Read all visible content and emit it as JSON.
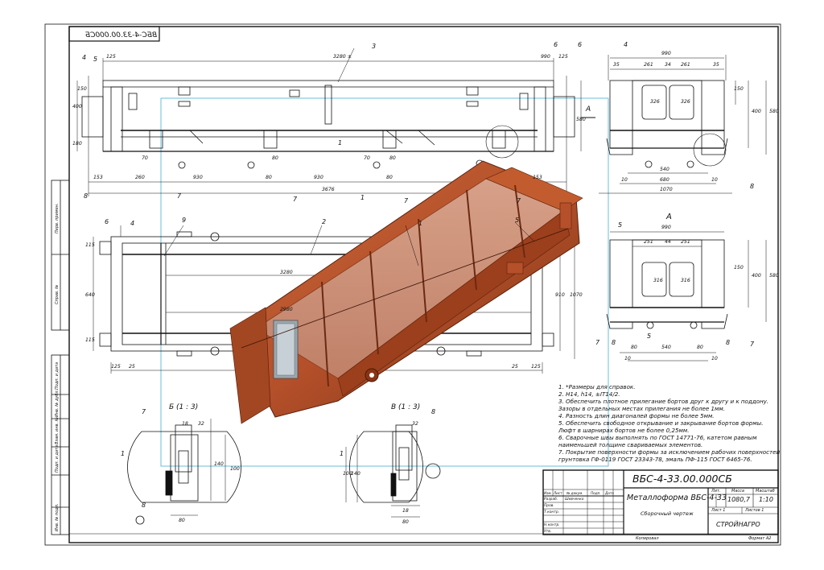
{
  "drawing": {
    "corner_stamp": "ВБС-4-33.00.000СБ",
    "views": {
      "view_a_label": "А",
      "section_b_title": "Б  (1 : 3)",
      "section_v_title": "В  (1 : 3)"
    },
    "dimensions": {
      "front": [
        "125",
        "3280 ±",
        "990",
        "125",
        "153",
        "260",
        "930",
        "80",
        "930",
        "80",
        "153",
        "3676",
        "400",
        "150",
        "180",
        "580",
        "70",
        "70",
        "80",
        "80"
      ],
      "plan": [
        "125",
        "25",
        "3280",
        "2980",
        "25",
        "125",
        "115",
        "640",
        "115",
        "910",
        "1070"
      ],
      "side_top": [
        "990",
        "35",
        "261",
        "34",
        "261",
        "35",
        "150",
        "400",
        "580",
        "326",
        "326",
        "540",
        "680",
        "1070",
        "10",
        "10"
      ],
      "side_bottom": [
        "990",
        "251",
        "44",
        "251",
        "150",
        "400",
        "580",
        "316",
        "316",
        "80",
        "540",
        "80",
        "10",
        "10"
      ],
      "section_b": [
        "80",
        "140",
        "100",
        "32",
        "18"
      ],
      "section_v": [
        "80",
        "140",
        "100",
        "18",
        "32"
      ]
    },
    "callouts": [
      "1",
      "2",
      "3",
      "4",
      "5",
      "6",
      "7",
      "8",
      "9"
    ]
  },
  "notes": [
    "1.  *Размеры для справок.",
    "2.  Н14, h14, ±IT14/2.",
    "3.  Обеспечить плотное прилегание бортов друг к другу и к поддону.",
    "Зазоры в отдельных местах прилегания не более 1мм.",
    "4.  Разность длин диагоналей формы не более 5мм.",
    "5.  Обеспечить свободное открывание и закрывание бортов формы.",
    "Люфт в шарнирах бортов не более 0,25мм.",
    "6.  Сварочные швы выполнять по ГОСТ 14771-76, катетом равным",
    "наименьшей толщине свариваемых элементов.",
    "7.  Покрытие поверхности формы за исключением рабочих поверхностей",
    "грунтовка ГФ-0119 ГОСТ 23343-78, эмаль ПФ-115 ГОСТ 6465-76."
  ],
  "title_block": {
    "designation": "ВБС-4-33.00.000СБ",
    "name": "Металлоформа ВБС-4-33",
    "doc_type": "Сборочный чертеж",
    "col_lit": "Лит.",
    "col_mass": "Масса",
    "col_scale": "Масштаб",
    "mass": "1080,7",
    "scale": "1:10",
    "sheet": "Лист 1",
    "sheets": "Листов 1",
    "org": "СТРОЙНАГРО",
    "rows": [
      "Изм.",
      "Лист",
      "№ докум.",
      "Подп.",
      "Дата"
    ],
    "roles": [
      "Разраб.",
      "Пров.",
      "Т.контр.",
      "",
      "Н.контр.",
      "Утв."
    ],
    "developer": "Шевченко",
    "copied": "Копировал",
    "format": "Формат А2"
  },
  "side_strip": [
    "Перв. примен.",
    "Справ. №",
    "Подп. и дата",
    "Инв. № дубл.",
    "Взам. инв. №",
    "Подп. и дата",
    "Инв. № подл."
  ],
  "colors": {
    "line": "#111111",
    "render": "#b5502a",
    "render_dark": "#6b2a12",
    "guide": "#5bb5d8"
  }
}
